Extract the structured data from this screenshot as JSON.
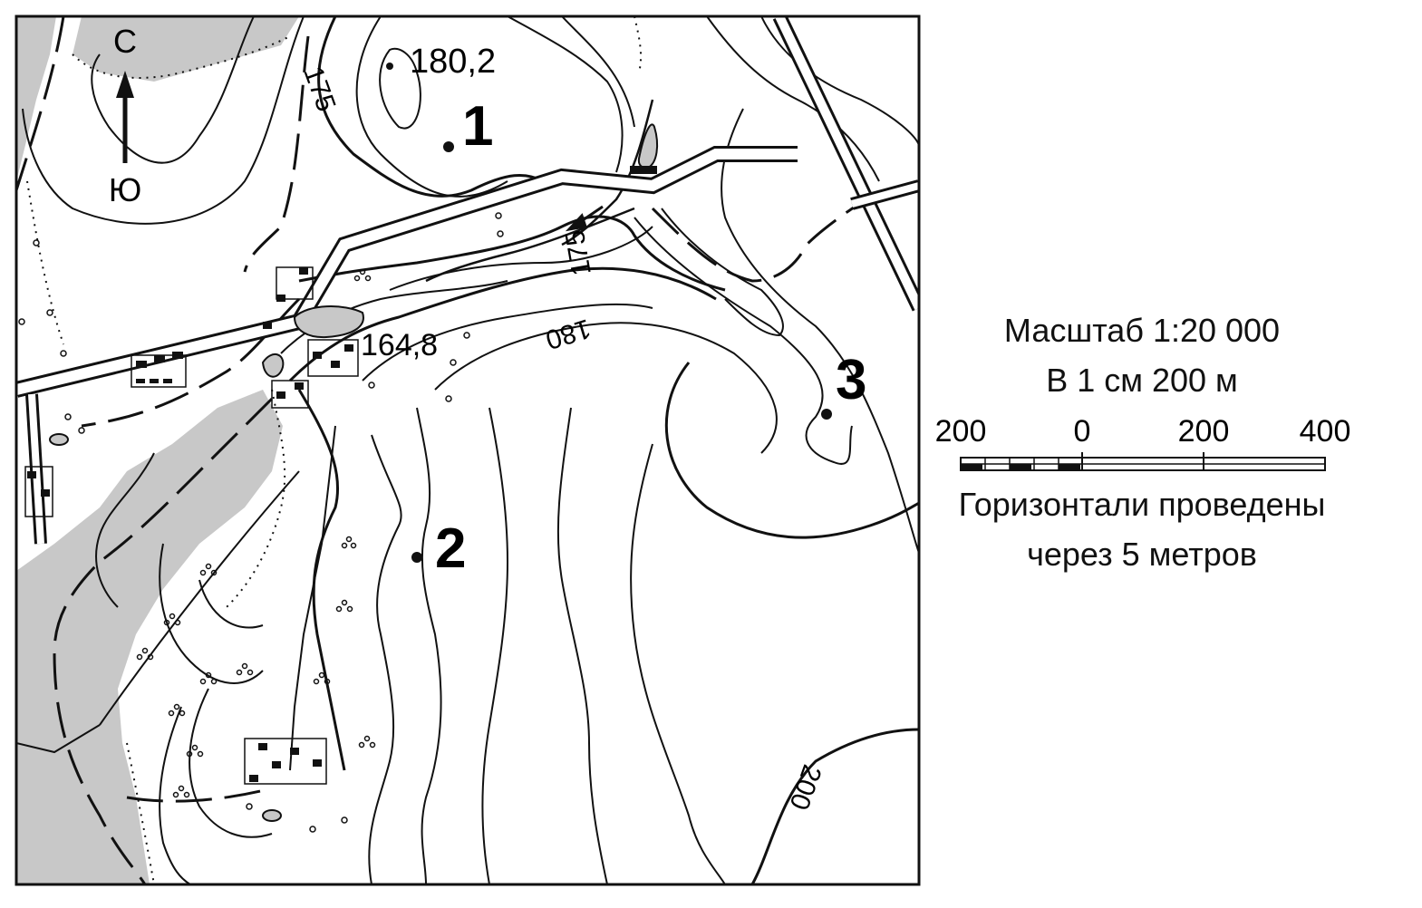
{
  "map": {
    "compass": {
      "north": "С",
      "south": "Ю"
    },
    "elevations": [
      {
        "id": "summit",
        "label": "180,2"
      },
      {
        "id": "pond",
        "label": "164,8"
      }
    ],
    "contour_labels": [
      "175",
      "175",
      "180",
      "200"
    ],
    "points": [
      {
        "id": "point-1",
        "label": "1"
      },
      {
        "id": "point-2",
        "label": "2"
      },
      {
        "id": "point-3",
        "label": "3"
      }
    ]
  },
  "legend": {
    "scale_title": "Масштаб 1:20 000",
    "scale_text": "В 1 см 200 м",
    "scale_ticks": [
      "200",
      "0",
      "200",
      "400"
    ],
    "contour_note_line1": "Горизонтали проведены",
    "contour_note_line2": "через 5 метров"
  },
  "colors": {
    "forest": "#c8c8c8",
    "line": "#111111",
    "paper": "#ffffff"
  }
}
